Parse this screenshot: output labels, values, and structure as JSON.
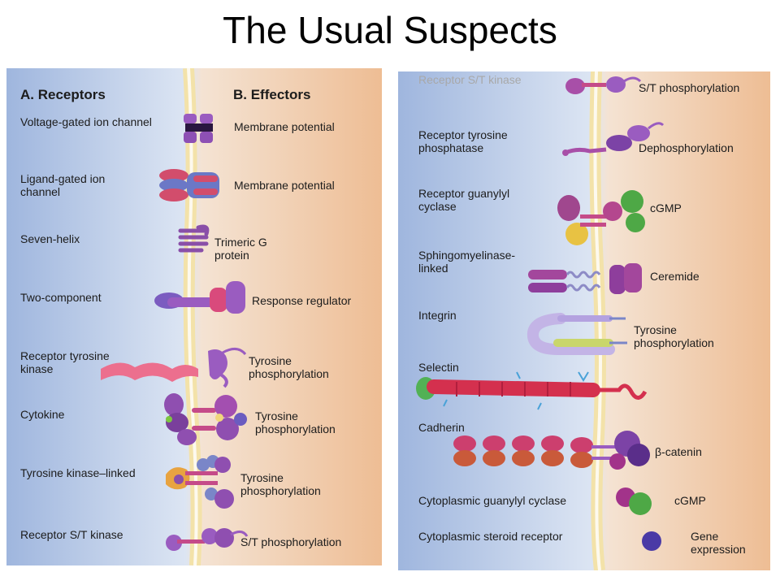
{
  "title": "The Usual Suspects",
  "panel_a": {
    "heading_receptors": "A. Receptors",
    "heading_effectors": "B. Effectors",
    "rows": [
      {
        "receptor": "Voltage-gated ion channel",
        "effector": "Membrane potential"
      },
      {
        "receptor": "Ligand-gated ion\nchannel",
        "effector": "Membrane potential"
      },
      {
        "receptor": "Seven-helix",
        "effector": "Trimeric G\nprotein"
      },
      {
        "receptor": "Two-component",
        "effector": "Response regulator"
      },
      {
        "receptor": "Receptor tyrosine\nkinase",
        "effector": "Tyrosine\nphosphorylation"
      },
      {
        "receptor": "Cytokine",
        "effector": "Tyrosine\nphosphorylation"
      },
      {
        "receptor": "Tyrosine kinase–linked",
        "effector": "Tyrosine\nphosphorylation"
      },
      {
        "receptor": "Receptor S/T kinase",
        "effector": "S/T phosphorylation"
      }
    ]
  },
  "panel_b": {
    "rows": [
      {
        "receptor": "Receptor S/T kinase",
        "effector": "S/T phosphorylation"
      },
      {
        "receptor": "Receptor tyrosine\nphosphatase",
        "effector": "Dephosphorylation"
      },
      {
        "receptor": "Receptor guanylyl\ncyclase",
        "effector": "cGMP"
      },
      {
        "receptor": "Sphingomyelinase-\nlinked",
        "effector": "Ceremide"
      },
      {
        "receptor": "Integrin",
        "effector": "Tyrosine\nphosphorylation"
      },
      {
        "receptor": "Selectin",
        "effector": ""
      },
      {
        "receptor": "Cadherin",
        "effector": "β-catenin"
      },
      {
        "receptor": "Cytoplasmic guanylyl cyclase",
        "effector": "cGMP"
      },
      {
        "receptor": "Cytoplasmic steroid receptor",
        "effector": "Gene\nexpression"
      }
    ]
  },
  "colors": {
    "extracellular": "#a9bfe3",
    "cytoplasm": "#eebb92",
    "membrane": "#f7efc6",
    "protein_purple": "#8a4fa8",
    "protein_pink": "#e0507e",
    "protein_red": "#d0344a",
    "protein_blue": "#6577c4",
    "protein_green": "#48a845",
    "protein_yellow": "#e6c040",
    "protein_orange": "#e58a2a"
  }
}
